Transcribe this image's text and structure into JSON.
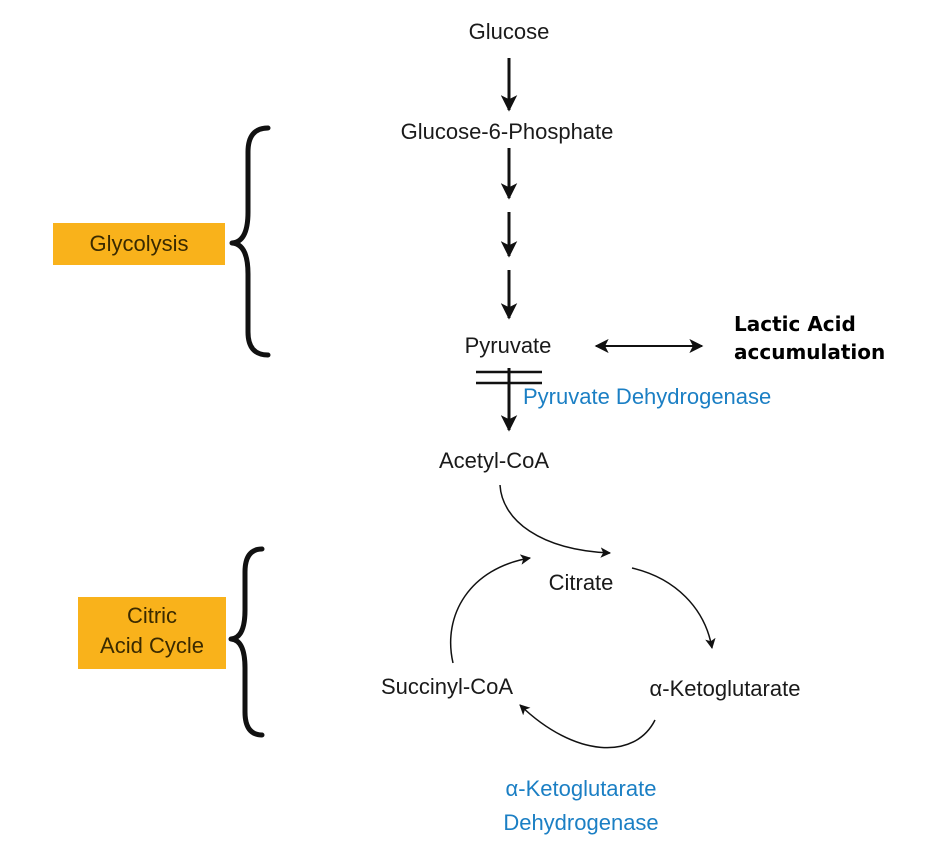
{
  "labels": {
    "glucose": "Glucose",
    "g6p": "Glucose-6-Phosphate",
    "pyruvate": "Pyruvate",
    "acetyl": "Acetyl-CoA",
    "citrate": "Citrate",
    "succinyl": "Succinyl-CoA",
    "akg": "α-Ketoglutarate",
    "pdh": "Pyruvate Dehydrogenase",
    "akgdh_line1": "α-Ketoglutarate",
    "akgdh_line2": "Dehydrogenase",
    "lactic_line1": "Lactic Acid",
    "lactic_line2": "accumulation"
  },
  "brackets": {
    "glycolysis": "Glycolysis",
    "cac_line1": "Citric",
    "cac_line2": "Acid Cycle"
  },
  "colors": {
    "enzyme": "#1b7fc4",
    "bracket_box": "#f9b21b"
  }
}
